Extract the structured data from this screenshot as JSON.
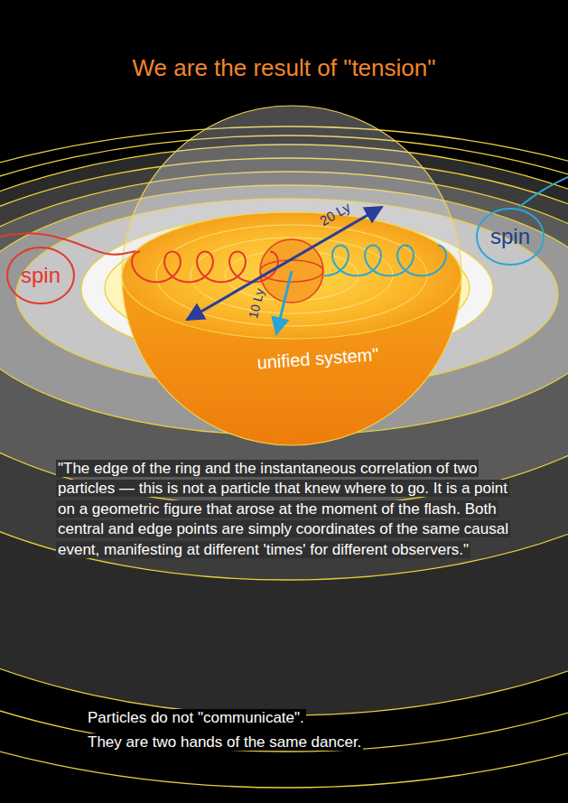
{
  "diagram": {
    "title": "We are the result of \"tension\"",
    "nodes": [
      {
        "text": [
          "spin"
        ]
      },
      {
        "text": [
          "spin"
        ]
      }
    ],
    "labels": [
      "20 Ly",
      "10 Ly",
      "unified system\"",
      "\"The edge of the ring and the instantaneous correlation of two particles — this is not a particle that knew where to go. It is a point on a geometric figure that arose at the moment of the flash. Both central and edge points are simply coordinates of the same causal event, manifesting at different 'times' for different observers.\"",
      "Particles do not \"communicate\".",
      "They are two hands of the same dancer."
    ]
  }
}
